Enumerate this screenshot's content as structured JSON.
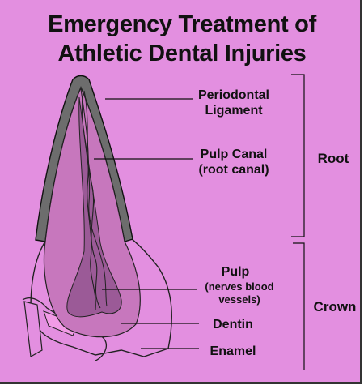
{
  "title": {
    "line1": "Emergency Treatment of",
    "line2": "Athletic Dental Injuries"
  },
  "labels": {
    "periodontal_ligament": [
      "Periodontal",
      "Ligament"
    ],
    "pulp_canal": [
      "Pulp Canal",
      "(root canal)"
    ],
    "pulp": "Pulp",
    "pulp_note": [
      "(nerves blood",
      "vessels)"
    ],
    "dentin": "Dentin",
    "enamel": "Enamel",
    "root": "Root",
    "crown": "Crown"
  },
  "colors": {
    "background": "#e38fe0",
    "dentin": "#c777bd",
    "pulp": "#9b5a97",
    "enamel_edge": "#f29be6",
    "ligament": "#6d6d6d"
  }
}
